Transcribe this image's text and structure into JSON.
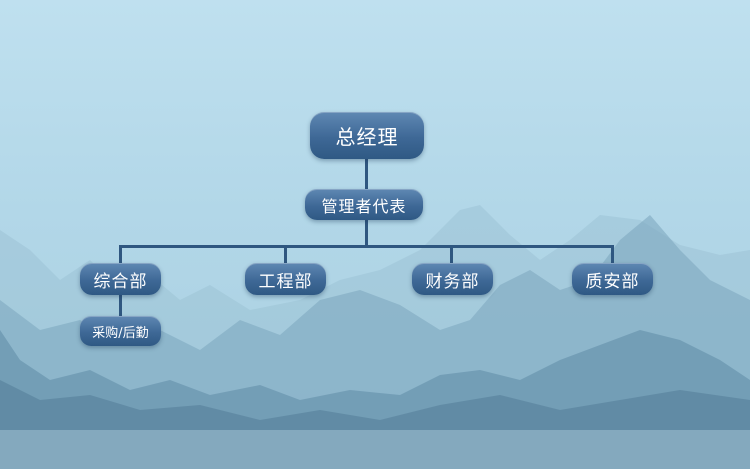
{
  "org_chart": {
    "root": {
      "label": "总经理"
    },
    "management_rep": {
      "label": "管理者代表"
    },
    "departments": [
      {
        "label": "综合部",
        "children": [
          {
            "label": "采购/后勤"
          }
        ]
      },
      {
        "label": "工程部",
        "children": []
      },
      {
        "label": "财务部",
        "children": []
      },
      {
        "label": "质安部",
        "children": []
      }
    ]
  },
  "colors": {
    "node_fill": "#3e6896",
    "connector": "#2f5780",
    "background": "#b2d7e8",
    "node_text": "#ffffff"
  }
}
